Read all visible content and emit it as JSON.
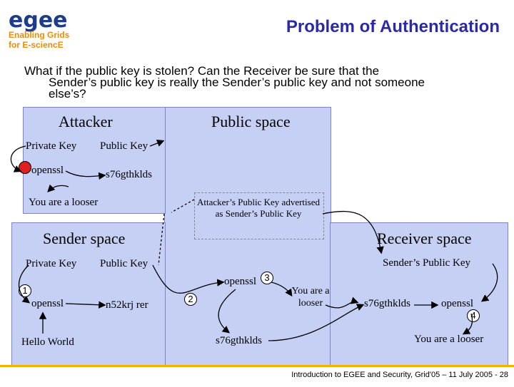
{
  "logo": {
    "wordmark": "egee",
    "line1": "Enabling Grids",
    "line2": "for E-sciencE"
  },
  "slide_title": "Problem of Authentication",
  "question": {
    "line1": "What if the public key is stolen? Can the Receiver be sure that the",
    "line2": "Sender’s public key is really the Sender’s public key and not someone",
    "line3": "else’s?"
  },
  "attacker": {
    "title": "Attacker",
    "private_key": "Private Key",
    "public_key": "Public Key",
    "openssl": "openssl",
    "key_text": "s76gthklds",
    "result": "You are a looser"
  },
  "public_space": {
    "title": "Public space",
    "advert": "Attacker’s Public Key advertised as Sender’s Public Key"
  },
  "sender": {
    "title": "Sender space",
    "private_key": "Private Key",
    "public_key": "Public Key",
    "step1": "1",
    "openssl": "openssl",
    "key_text": "n52krj rer",
    "message": "Hello World"
  },
  "middle": {
    "step2": "2",
    "openssl": "openssl",
    "step3": "3",
    "result": "You are a looser",
    "cipher": "s76gthklds"
  },
  "receiver": {
    "title": "Receiver space",
    "sender_public_key": "Sender’s Public Key",
    "cipher": "s76gthklds",
    "openssl": "openssl",
    "step4": "4",
    "result": "You are a looser"
  },
  "footer": "Introduction to EGEE and Security, Grid'05 – 11 July 2005 - 28",
  "colors": {
    "title": "#2a2aa6",
    "panel": "#c6d0f5",
    "footer_bar": "#f0b400",
    "logo_blue": "#1e3c8c",
    "logo_orange": "#f08c00"
  }
}
